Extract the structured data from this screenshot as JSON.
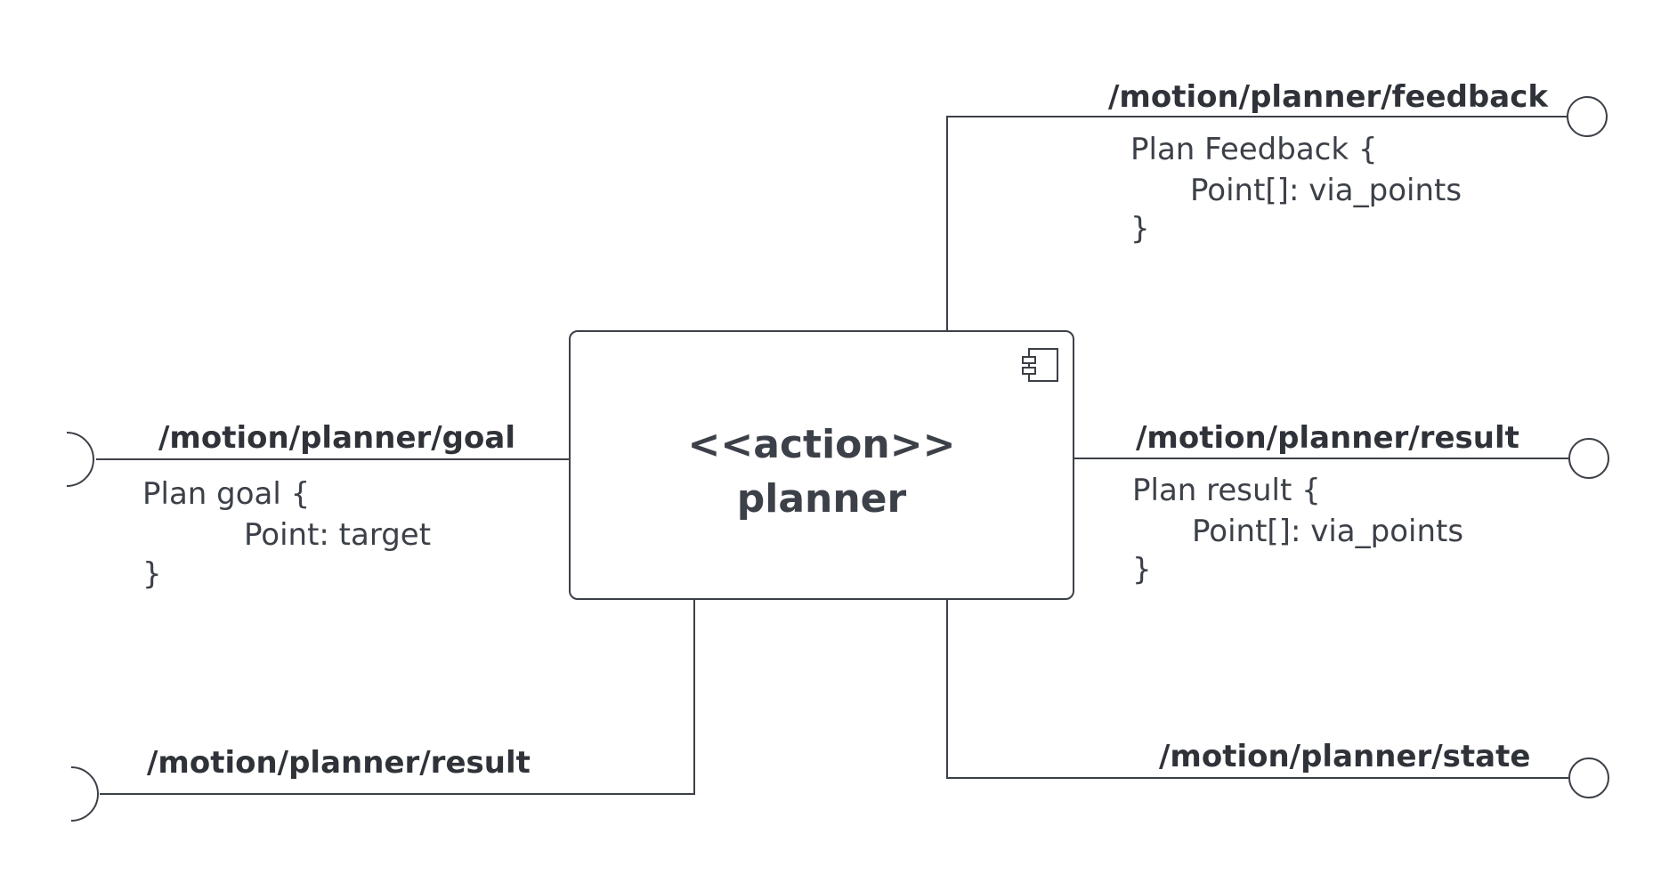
{
  "component": {
    "stereotype": "<<action>>",
    "name": "planner",
    "icon": "uml-component-icon"
  },
  "goal": {
    "topic": "/motion/planner/goal",
    "message": {
      "header": "Plan goal {",
      "field": "Point: target",
      "footer": "}"
    }
  },
  "result_in": {
    "topic": "/motion/planner/result"
  },
  "feedback": {
    "topic": "/motion/planner/feedback",
    "message": {
      "header": "Plan Feedback {",
      "field": "Point[]: via_points",
      "footer": "}"
    }
  },
  "result_out": {
    "topic": "/motion/planner/result",
    "message": {
      "header": "Plan result {",
      "field": "Point[]: via_points",
      "footer": "}"
    }
  },
  "state": {
    "topic": "/motion/planner/state"
  },
  "colors": {
    "line": "#3c4048",
    "text": "#3c4048",
    "background": "#ffffff"
  }
}
